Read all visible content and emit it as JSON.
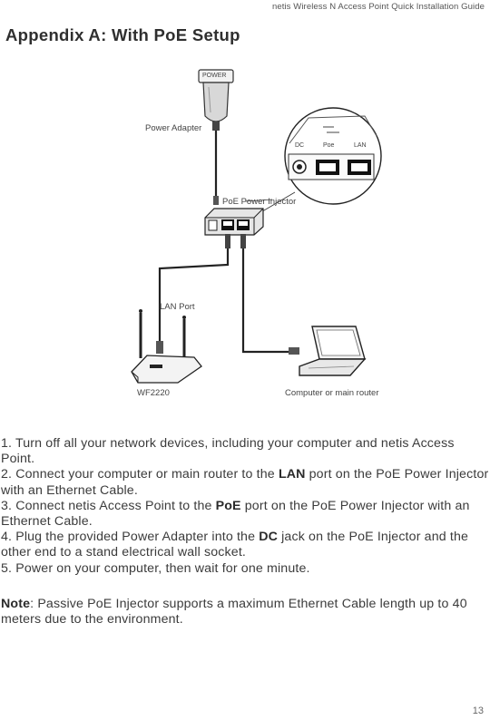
{
  "header": {
    "guide_title": "netis Wireless N Access Point Quick Installation Guide"
  },
  "page_title": "Appendix A: With PoE Setup",
  "diagram": {
    "adapter_brand": "POWER",
    "power_adapter_label": "Power Adapter",
    "injector_label": "PoE Power Injector",
    "injector_ports": {
      "dc": "DC",
      "poe": "Poe",
      "lan": "LAN"
    },
    "lan_port_label": "LAN Port",
    "access_point_label": "WF2220",
    "computer_label": "Computer or main router"
  },
  "steps": [
    {
      "prefix": "1. Turn off all your network devices, including your computer and netis Access Point.",
      "bold": "",
      "suffix": ""
    },
    {
      "prefix": "2. Connect your computer or main router to the ",
      "bold": "LAN",
      "suffix": " port on the PoE Power Injector with an Ethernet Cable."
    },
    {
      "prefix": "3. Connect netis Access Point to the ",
      "bold": "PoE",
      "suffix": " port on the PoE Power Injector with an Ethernet Cable."
    },
    {
      "prefix": "4. Plug the provided Power Adapter into the ",
      "bold": "DC",
      "suffix": " jack on the PoE Injector and the other end to a stand electrical wall socket."
    },
    {
      "prefix": "5. Power on your computer, then wait for one minute.",
      "bold": "",
      "suffix": ""
    }
  ],
  "note": {
    "label": "Note",
    "text": ": Passive PoE Injector supports a maximum Ethernet Cable length up to 40 meters due to the environment."
  },
  "page_number": "13"
}
